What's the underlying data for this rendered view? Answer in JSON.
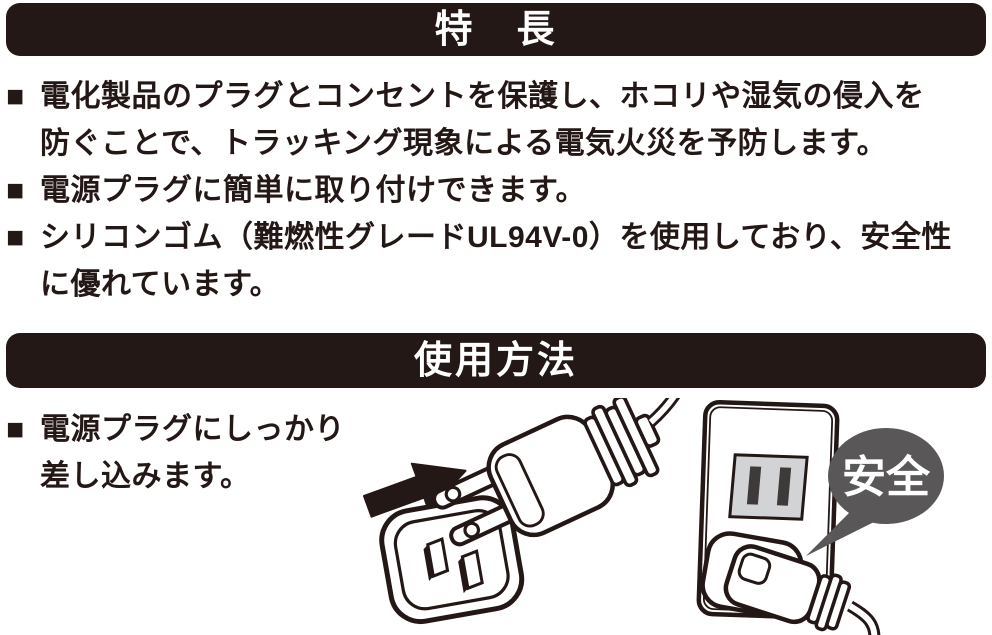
{
  "colors": {
    "banner_background": "#231815",
    "banner_text": "#ffffff",
    "body_text": "#231815",
    "line_art_outline": "#231815",
    "bubble_background": "#595757",
    "bubble_text": "#ffffff",
    "socket_gray": "#d2d3d4",
    "slot_dark": "#3e3a39"
  },
  "features_section": {
    "banner_title": "特　長",
    "bullet_marker": "■",
    "bullets": [
      {
        "lines": [
          "電化製品のプラグとコンセントを保護し、ホコリや湿気の侵入を",
          "防ぐことで、トラッキング現象による電気火災を予防します。"
        ]
      },
      {
        "lines": [
          "電源プラグに簡単に取り付けできます。"
        ]
      },
      {
        "lines": [
          "シリコンゴム（難燃性グレードUL94V-0）を使用しており、安全性",
          "に優れています。"
        ]
      }
    ]
  },
  "usage_section": {
    "banner_title": "使用方法",
    "bullet_marker": "■",
    "bullets": [
      {
        "lines": [
          "電源プラグにしっかり",
          "差し込みます。"
        ]
      }
    ],
    "illustration": {
      "callout_label": "安全"
    }
  }
}
